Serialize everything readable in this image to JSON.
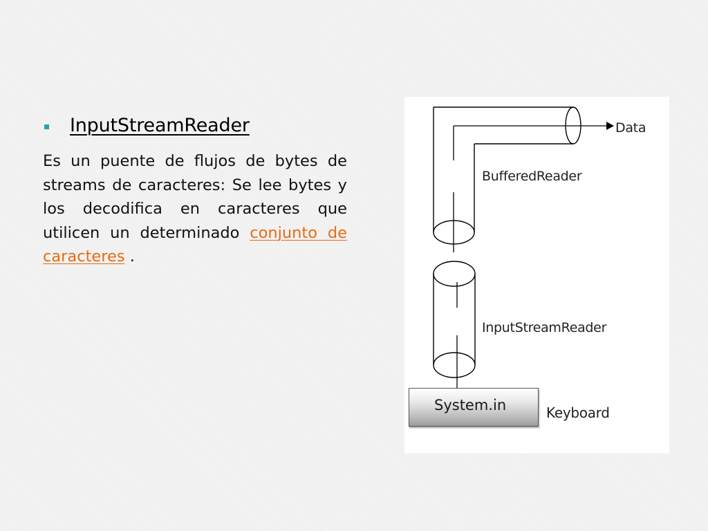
{
  "slide": {
    "title": "InputStreamReader",
    "body_text": "Es un puente de flujos de bytes de streams de caracteres: Se lee bytes y los decodifica en caracteres que utilicen un determinado ",
    "link_text": "conjunto de caracteres",
    "body_end": " ."
  },
  "diagram": {
    "label_data": "Data",
    "label_buffered": "BufferedReader",
    "label_inputstream": "InputStreamReader",
    "label_system_in": "System.in",
    "label_keyboard": "Keyboard"
  },
  "colors": {
    "bullet": "#2aa3ad",
    "link": "#e86a10",
    "background": "#f3f3f3"
  },
  "icons": {
    "bullet": "square-bullet-icon",
    "arrow": "arrow-right-icon"
  }
}
